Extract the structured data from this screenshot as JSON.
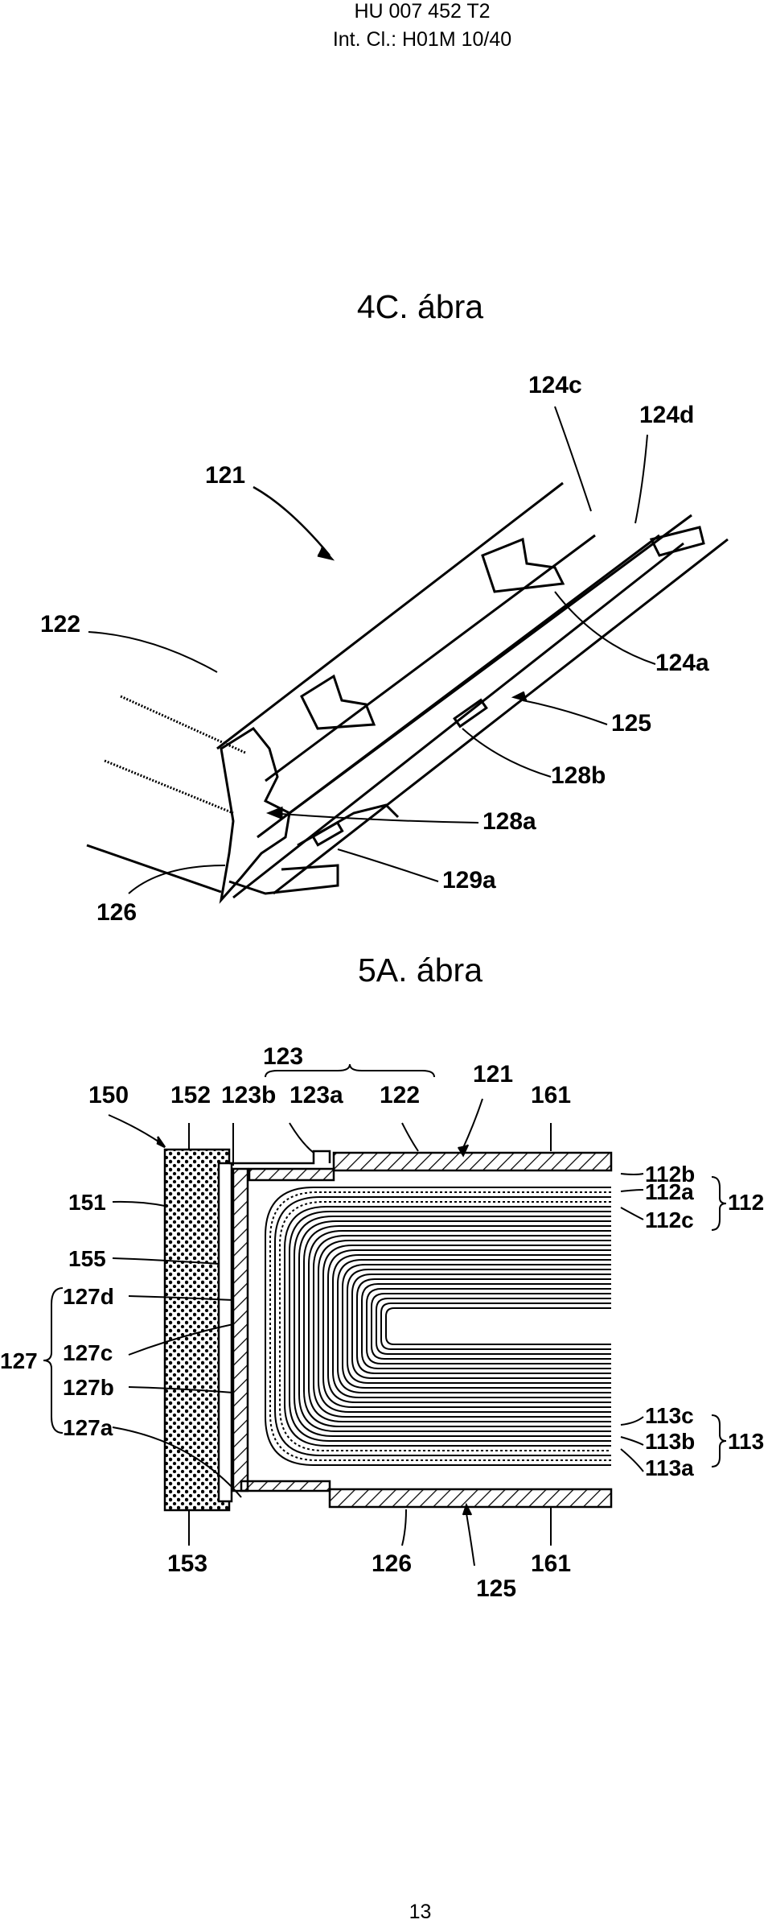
{
  "header": {
    "doc_number": "HU 007 452 T2",
    "classification": "Int. Cl.: H01M 10/40"
  },
  "figures": [
    {
      "caption": "4C. ábra",
      "labels": [
        "121",
        "122",
        "124c",
        "124d",
        "124a",
        "125",
        "128b",
        "128a",
        "129a",
        "126"
      ]
    },
    {
      "caption": "5A. ábra",
      "labels": [
        "123",
        "150",
        "152",
        "123b",
        "123a",
        "122",
        "121",
        "161",
        "112b",
        "112a",
        "112",
        "112c",
        "151",
        "155",
        "127d",
        "127",
        "127c",
        "127b",
        "127a",
        "113c",
        "113b",
        "113",
        "113a",
        "153",
        "126",
        "125",
        "161"
      ]
    }
  ],
  "page_number": "13"
}
